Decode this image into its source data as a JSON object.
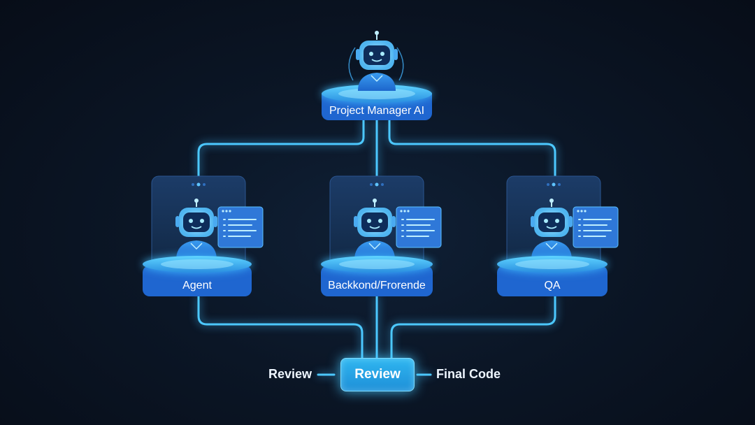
{
  "nodes": {
    "manager": {
      "label": "Project Manager AI"
    },
    "agent": {
      "label": "Agent"
    },
    "backend": {
      "label": "Backkond/Frorende"
    },
    "qa": {
      "label": "QA"
    }
  },
  "flow": {
    "review_left": "Review",
    "review_center": "Review",
    "final": "Final Code"
  },
  "colors": {
    "background": "#0b1626",
    "accent": "#3fc6ff",
    "platform": "#1f6fd6",
    "panel": "#17345e"
  },
  "icons": {
    "robot": "robot-icon",
    "document": "document-icon"
  }
}
